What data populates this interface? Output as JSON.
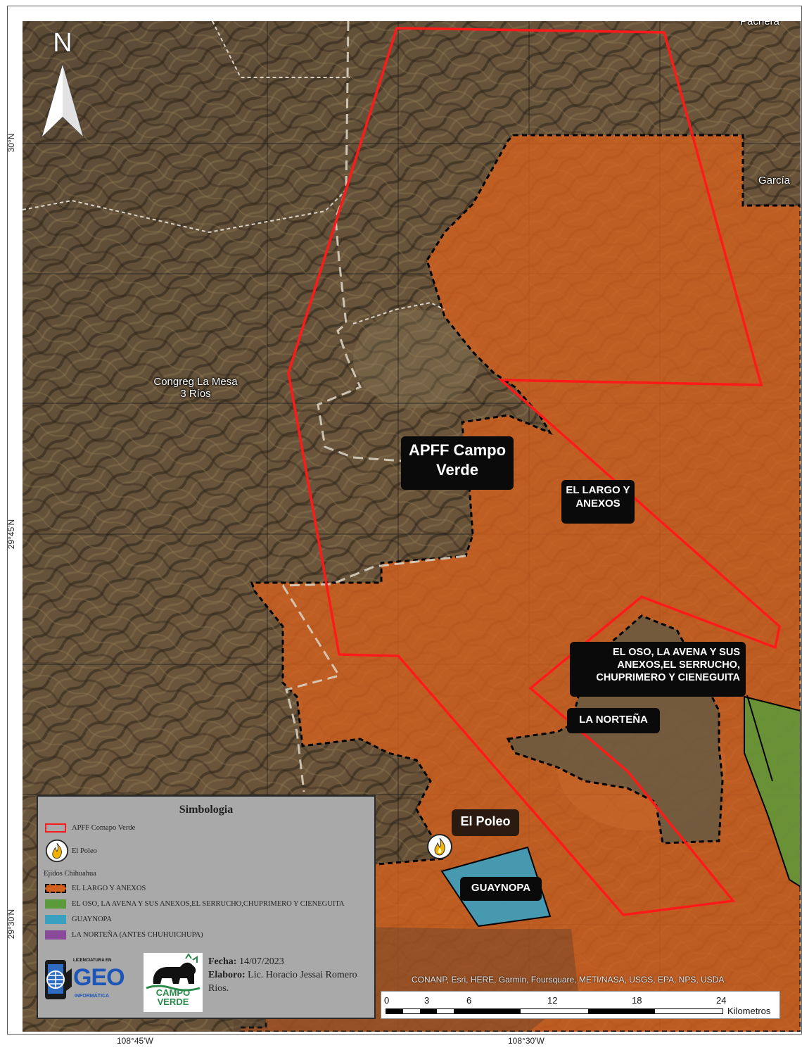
{
  "colors": {
    "boundary_red": "#ff1a1a",
    "el_largo_orange": "#d2601e",
    "el_oso_green": "#5a9a3a",
    "guaynopa_blue": "#3aa0c0",
    "la_nortena_purple": "#8a4a9a",
    "terrain_dark": "#4a3a2a",
    "legend_bg": "#a9a9a9"
  },
  "north_arrow": {
    "letter": "N",
    "icon": "north-arrow-icon"
  },
  "coordinates": {
    "lat_30": "30°N",
    "lat_2945": "29°45'N",
    "lat_2930": "29°30'N",
    "lon_10845": "108°45'W",
    "lon_10830": "108°30'W"
  },
  "map_labels": {
    "apff": "APFF Campo Verde",
    "el_largo": "EL LARGO Y ANEXOS",
    "el_oso": "EL OSO, LA AVENA Y SUS ANEXOS,EL SERRUCHO, CHUPRIMERO Y CIENEGUITA",
    "la_nortena": "LA NORTEÑA",
    "el_poleo": "El Poleo",
    "guaynopa": "GUAYNOPA",
    "congreg": "Congreg La Mesa 3 Ríos",
    "garcia": "García",
    "pachera": "Pachera"
  },
  "legend": {
    "title": "Simbologia",
    "apff": "APFF Comapo Verde",
    "el_poleo": "El Poleo",
    "ejidos_heading": "Ejidos Chihuahua",
    "el_largo": "EL LARGO Y ANEXOS",
    "el_oso": "EL OSO, LA AVENA Y SUS ANEXOS,EL SERRUCHO,CHUPRIMERO Y CIENEGUITA",
    "guaynopa": "GUAYNOPA",
    "la_nortena": "LA NORTEÑA (ANTES CHUHUICHUPA)",
    "fecha_label": "Fecha:",
    "fecha_value": "14/07/2023",
    "elaboro_label": "Elaboro:",
    "elaboro_value": "Lic. Horacio Jessai Romero Rios.",
    "geo_top": "LICENCIATURA EN",
    "geo_main": "GEO",
    "geo_bottom": "INFORMÁTICA",
    "cv_logo_top": "CAMPO",
    "cv_logo_bottom": "VERDE"
  },
  "credits": "CONANP, Esri, HERE, Garmin, Foursquare, METI/NASA, USGS, EPA, NPS, USDA",
  "scale": {
    "ticks": [
      "0",
      "3",
      "6",
      "12",
      "18",
      "24"
    ],
    "unit": "Kilometros"
  }
}
